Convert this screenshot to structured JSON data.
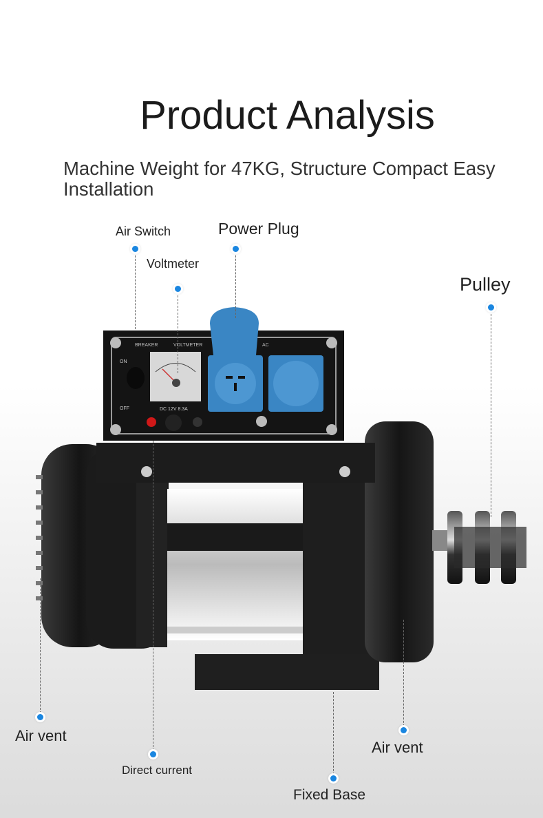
{
  "header": {
    "title": "Product Analysis",
    "subtitle": "Machine Weight for 47KG, Structure Compact Easy Installation"
  },
  "callouts": {
    "air_switch": "Air Switch",
    "power_plug": "Power Plug",
    "voltmeter": "Voltmeter",
    "pulley": "Pulley",
    "air_vent_left": "Air vent",
    "direct_current": "Direct current",
    "fixed_base": "Fixed Base",
    "air_vent_right": "Air vent"
  },
  "panel": {
    "breaker": "BREAKER",
    "voltmeter": "VOLTMETER",
    "ac": "AC",
    "on": "ON",
    "off": "OFF",
    "dc_rating": "DC  12V 8.3A"
  },
  "colors": {
    "accent_dot": "#1a86e0",
    "socket_blue": "#3a86c4"
  }
}
